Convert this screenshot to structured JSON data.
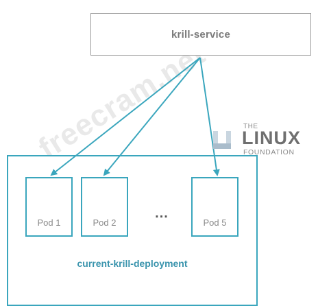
{
  "service": {
    "label": "krill-service"
  },
  "deployment": {
    "label": "current-krill-deployment",
    "pods": [
      {
        "label": "Pod 1"
      },
      {
        "label": "Pod 2"
      },
      {
        "label": "Pod 5"
      }
    ],
    "ellipsis": "..."
  },
  "logo": {
    "the": "THE",
    "linux": "LINUX",
    "foundation": "FOUNDATION"
  },
  "watermark": {
    "text": "freecram.net"
  },
  "colors": {
    "accent": "#3aa6bd",
    "service_border": "#9a9a9a",
    "deployment_label": "#3a94ad"
  }
}
